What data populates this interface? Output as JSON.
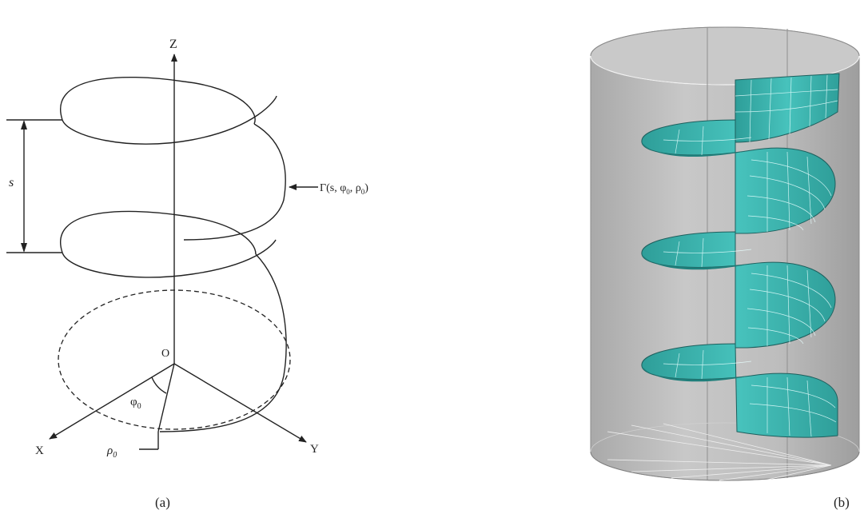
{
  "panel_a": {
    "caption": "(a)",
    "labels": {
      "z_axis": "Z",
      "x_axis": "X",
      "y_axis": "Y",
      "origin": "O",
      "pitch": "s",
      "angle": "φ",
      "angle_sub": "0",
      "radius": "ρ",
      "radius_sub": "0",
      "curve_prefix": "Γ(s, φ",
      "curve_sub1": "0",
      "curve_mid": ", ρ",
      "curve_sub2": "0",
      "curve_suffix": ")"
    }
  },
  "panel_b": {
    "caption": "(b)",
    "colors": {
      "cylinder": "#c2c2c2",
      "cylinder_dark": "#9c9c9c",
      "helix": "#3fb8b3",
      "helix_edge": "#1e5f5d",
      "mesh": "#e8ffff"
    }
  }
}
